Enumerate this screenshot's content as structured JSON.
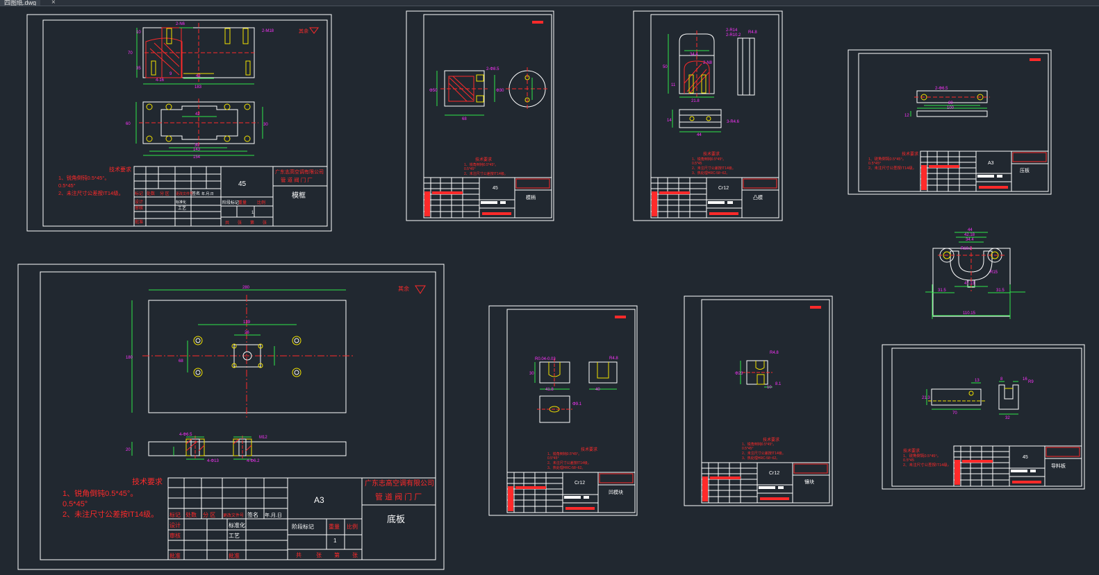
{
  "tab": {
    "title": "四图纸.dwg",
    "close": "×"
  },
  "sheets": {
    "s1": {
      "notes_title": "技术要求",
      "note1": "1、锐角倒钝0.5*45°。",
      "note1b": "0.5*45°",
      "note2": "2、未注尺寸公差按IT14级。",
      "material": "45",
      "company": "广东志高空调有限公司",
      "dept": "管 道 阀 门 厂",
      "part_name": "模框",
      "roughness": "其余",
      "tb": {
        "a": "标记",
        "b": "处数",
        "c": "分 区",
        "d": "更改文件号",
        "e": "签名",
        "f": "年.月.日",
        "g": "设计",
        "h": "标准化",
        "i": "阶段标记",
        "j": "重量",
        "k": "比例",
        "l": "审核",
        "m": "工艺",
        "n": "批准",
        "o": "共",
        "p": "张",
        "q": "第",
        "r": "张",
        "s": "1"
      },
      "dims": {
        "d1": "2-N6",
        "d2": "2-M18",
        "d3": "10",
        "d4": "70",
        "d5": "35",
        "d6": "42",
        "d7": "4-16",
        "d8": "183",
        "d9": "9",
        "d10": "60",
        "d11": "42",
        "d12": "30",
        "d13": "30",
        "d14": "143",
        "d15": "154"
      }
    },
    "s2": {
      "notes_title": "技术要求",
      "note1": "1、锐角倒钝0.5*45°。",
      "note1b": "0.5*45°",
      "note2": "2、未注尺寸公差按IT14级。",
      "material": "45",
      "part_name": "模柄",
      "dims": {
        "d1": "2-Φ8.5",
        "d2": "Φ50",
        "d3": "68",
        "d4": "Φ30"
      }
    },
    "s3": {
      "notes_title": "技术要求",
      "note1": "1、锐角倒钝0.5*45°。",
      "note1b": "0.5*45",
      "note2": "2、未注尺寸公差按IT14级。",
      "note3": "3、热处理HRC-58~62。",
      "material": "Cr12",
      "part_name": "凸模",
      "dims": {
        "d1": "2-R14",
        "d2": "2-R10.2",
        "d3": "R4.8",
        "d4": "34.4",
        "d5": "2-N8",
        "d6": "50",
        "d7": "11",
        "d8": "21.8",
        "d9": "3-R4.6",
        "d10": "44",
        "d11": "14"
      }
    },
    "s4": {
      "notes_title": "技术要求",
      "note1": "1、锐角倒钝0.5*45°。",
      "note1b": "0.5*45°",
      "note2": "2、未注尺寸公差按IT14级。",
      "material": "A3",
      "part_name": "压板",
      "dims": {
        "d1": "2-Φ6.5",
        "d2": "80",
        "d3": "100",
        "d4": "12"
      }
    },
    "s5": {
      "dims": {
        "d1": "44",
        "d2": "42.18",
        "d3": "34.4",
        "d4": "R10.2",
        "d5": "R15",
        "d6": "47.13",
        "d7": "31.5",
        "d8": "31.5",
        "d9": "110.15"
      }
    },
    "s6": {
      "notes_title": "技术要求",
      "note1": "1、锐角倒钝0.5*45°。",
      "note1b": "0.5*45°",
      "note2": "2、未注尺寸公差按IT14级。",
      "material": "A3",
      "company": "广东志高空调有限公司",
      "dept": "管 道 阀 门 厂",
      "part_name": "底板",
      "roughness": "其余",
      "tb": {
        "a": "标记",
        "b": "处数",
        "c": "分 区",
        "d": "更改文件号",
        "e": "签名",
        "f": "年.月.日",
        "g": "设计",
        "h": "标准化",
        "i": "阶段标记",
        "j": "重量",
        "k": "比例",
        "l": "审核",
        "m": "工艺",
        "n": "批准",
        "o": "共",
        "p": "张",
        "q": "第",
        "r": "张",
        "s": "1"
      },
      "dims": {
        "d1": "280",
        "d2": "139",
        "d3": "26",
        "d4": "180",
        "d5": "68",
        "d6": "4-Φ6.5",
        "d7": "M12",
        "d8": "4-Φ13",
        "d9": "4-Φ6.2",
        "d10": "20"
      }
    },
    "s7": {
      "notes_title": "技术要求",
      "note1": "1、锐角倒钝0.5*45°。",
      "note1b": "0.5*45°",
      "note2": "2、未注尺寸公差按IT14级。",
      "note3": "3、热处理HRC-58~62。",
      "material": "Cr12",
      "part_name": "凹模块",
      "dims": {
        "d1": "R0.04-0.03",
        "d2": "R4.8",
        "d3": "30",
        "d4": "41.8",
        "d5": "40",
        "d6": "Φ9.1"
      }
    },
    "s8": {
      "notes_title": "技术要求",
      "note1": "1、锐角倒钝0.5*45°。",
      "note1b": "0.5*45°",
      "note2": "2、未注尺寸公差按IT14级。",
      "note3": "3、热处理HRC-58~62。",
      "material": "Cr12",
      "part_name": "镶块",
      "dims": {
        "d1": "R4.8",
        "d2": "Φ23",
        "d3": "10",
        "d4": "8.1"
      }
    },
    "s9": {
      "notes_title": "技术要求",
      "note1": "1、锐角倒钝0.5*45°。",
      "note1b": "0.5*45",
      "note2": "2、未注尺寸公差按IT14级。",
      "material": "45",
      "part_name": "导料板",
      "dims": {
        "d1": "13",
        "d2": "8",
        "d3": "16",
        "d4": "R9",
        "d5": "21.3",
        "d6": "70",
        "d7": "32"
      }
    }
  },
  "colors": {
    "bg": "#212830",
    "border": "#ffffff",
    "red": "#ff2a2a",
    "green": "#2ee84a",
    "yellow": "#f4e400",
    "magenta": "#ff33ff",
    "cyan": "#33e6ff"
  }
}
